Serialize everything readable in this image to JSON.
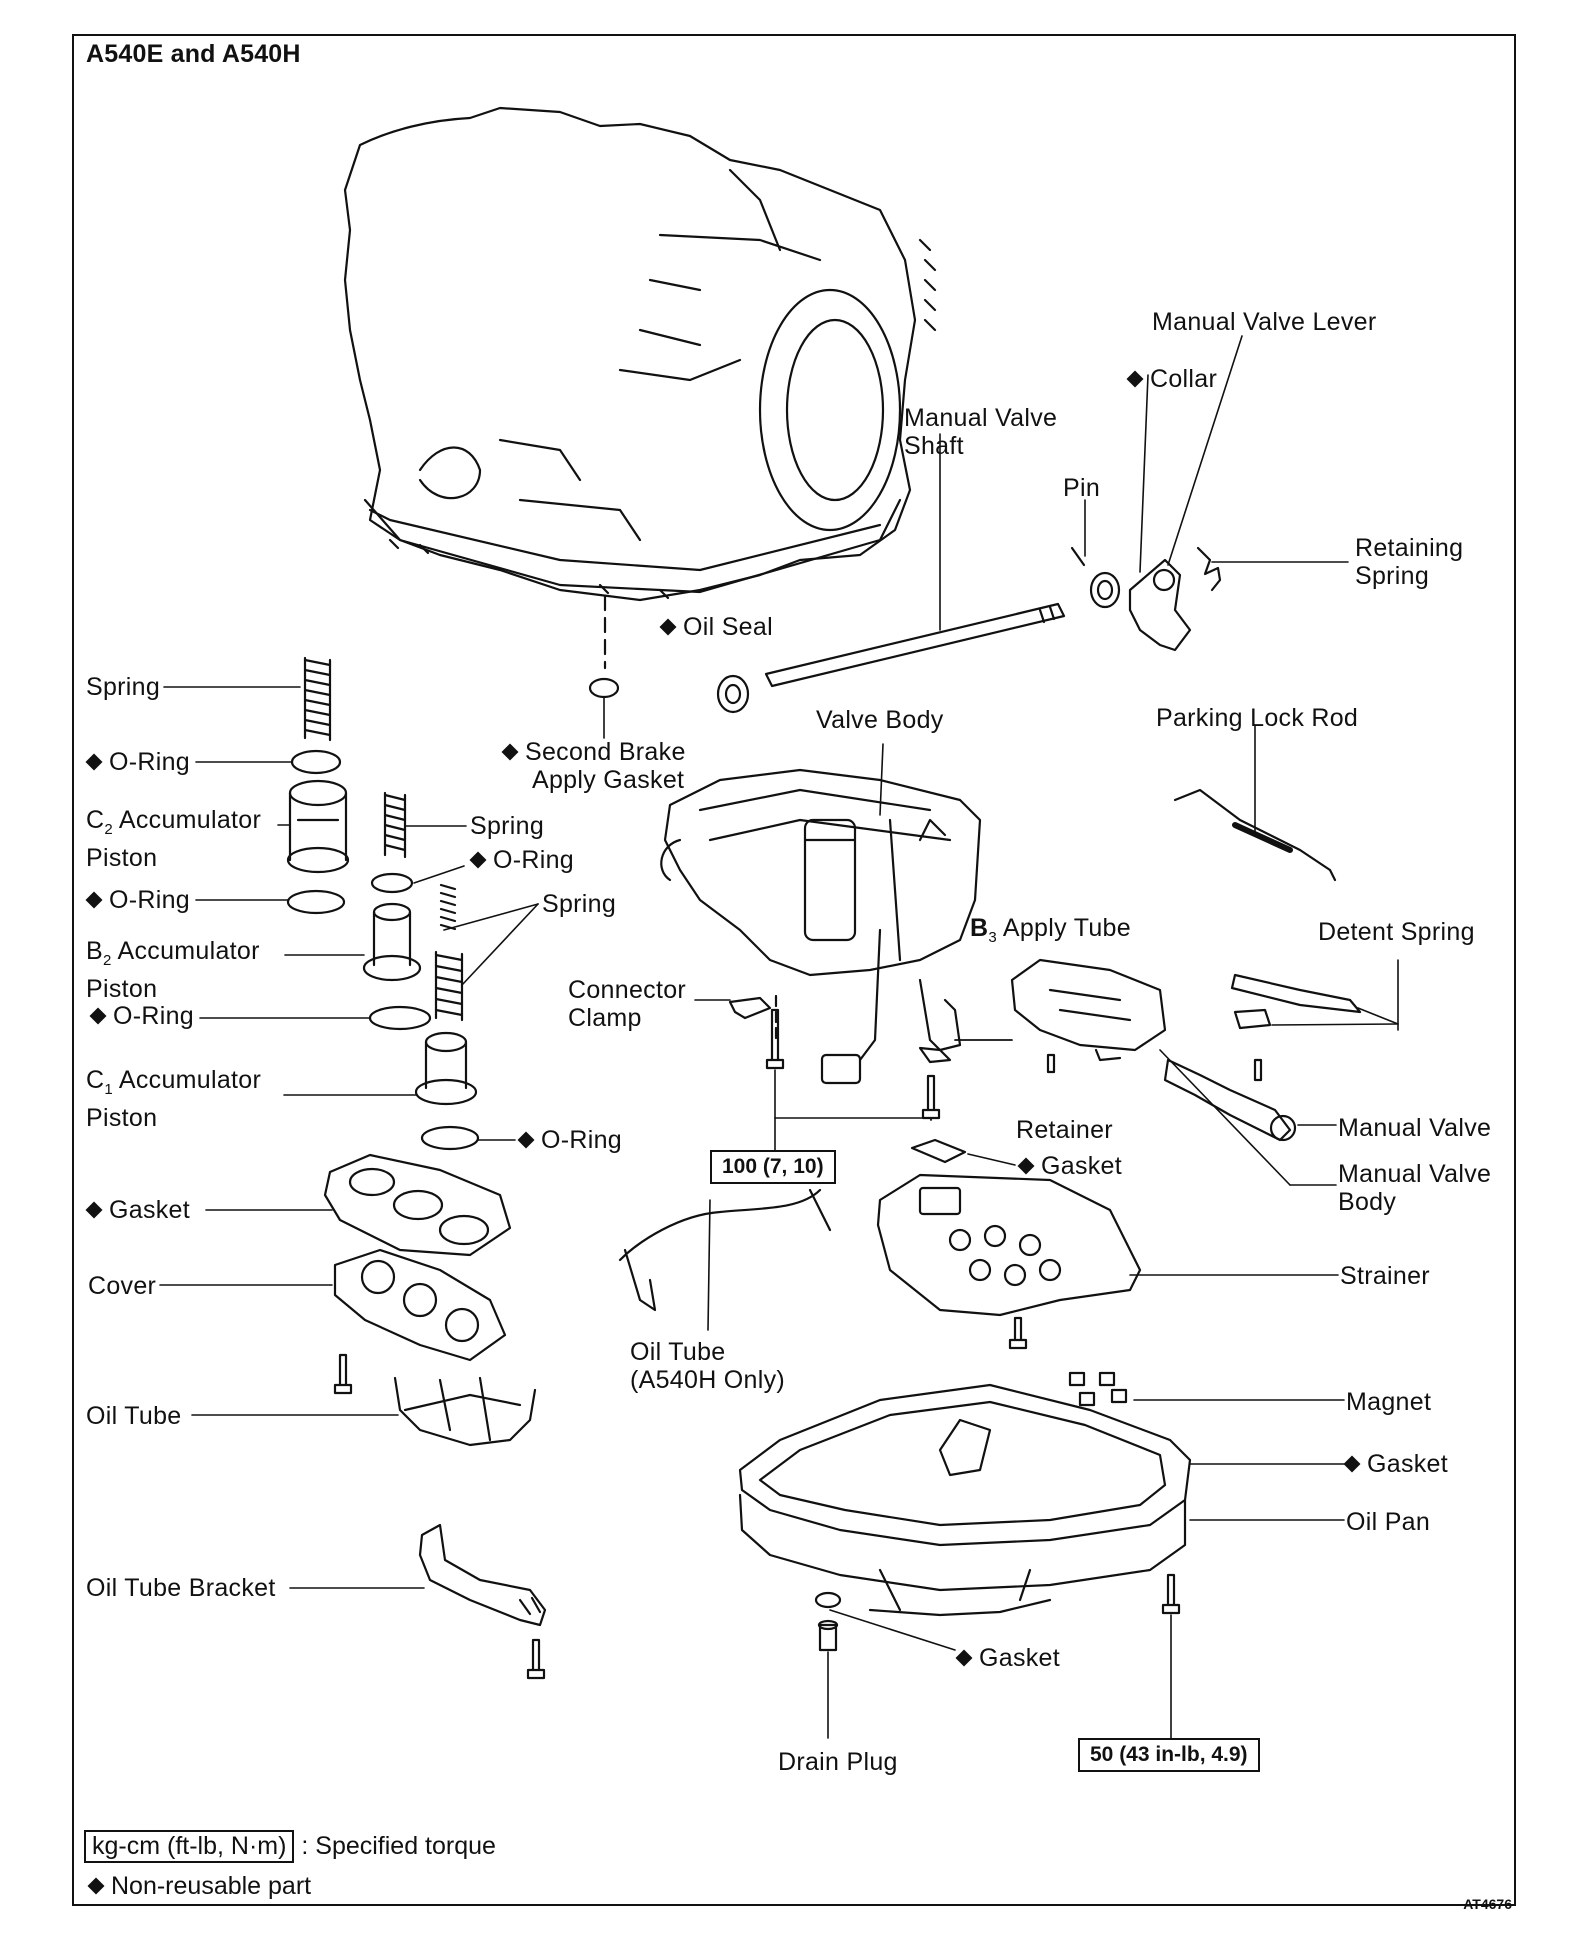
{
  "title": "A540E and A540H",
  "labels": {
    "manual_valve_lever": "Manual Valve Lever",
    "collar": "Collar",
    "manual_valve_shaft_1": "Manual Valve",
    "manual_valve_shaft_2": "Shaft",
    "pin": "Pin",
    "retaining_spring_1": "Retaining",
    "retaining_spring_2": "Spring",
    "oil_seal": "Oil Seal",
    "spring_top": "Spring",
    "oring_1": "O-Ring",
    "second_brake_1": "Second Brake",
    "second_brake_2": "Apply Gasket",
    "valve_body": "Valve Body",
    "parking_lock_rod": "Parking Lock Rod",
    "c2_piston_1a": "C",
    "c2_piston_1sub": "2",
    "c2_piston_1b": " Accumulator",
    "c2_piston_2": "Piston",
    "spring_mid": "Spring",
    "oring_2": "O-Ring",
    "oring_3": "O-Ring",
    "spring_pair": "Spring",
    "b2_piston_1a": "B",
    "b2_piston_1sub": "2",
    "b2_piston_1b": " Accumulator",
    "b2_piston_2": "Piston",
    "b3_tube_a": "B",
    "b3_tube_sub": "3",
    "b3_tube_b": " Apply Tube",
    "detent_spring": "Detent Spring",
    "oring_4": "O-Ring",
    "connector_clamp_1": "Connector",
    "connector_clamp_2": "Clamp",
    "c1_piston_1a": "C",
    "c1_piston_1sub": "1",
    "c1_piston_1b": " Accumulator",
    "c1_piston_2": "Piston",
    "retainer": "Retainer",
    "manual_valve": "Manual Valve",
    "oring_5": "O-Ring",
    "gasket_strainer": "Gasket",
    "manual_valve_body_1": "Manual Valve",
    "manual_valve_body_2": "Body",
    "gasket_left": "Gasket",
    "strainer": "Strainer",
    "cover": "Cover",
    "oil_tube_a540h_1": "Oil Tube",
    "oil_tube_a540h_2": "(A540H Only)",
    "magnet": "Magnet",
    "oil_tube": "Oil Tube",
    "gasket_pan": "Gasket",
    "oil_pan": "Oil Pan",
    "oil_tube_bracket": "Oil Tube Bracket",
    "gasket_drain": "Gasket",
    "drain_plug": "Drain Plug"
  },
  "torque": {
    "valve_body_bolts": "100 (7, 10)",
    "oil_pan_bolts": "50 (43 in-lb, 4.9)"
  },
  "legend": {
    "torque_unit": "kg-cm (ft-lb, N·m)",
    "torque_text": ": Specified torque",
    "nonreusable": "Non-reusable part"
  },
  "figure_code": "AT4676"
}
